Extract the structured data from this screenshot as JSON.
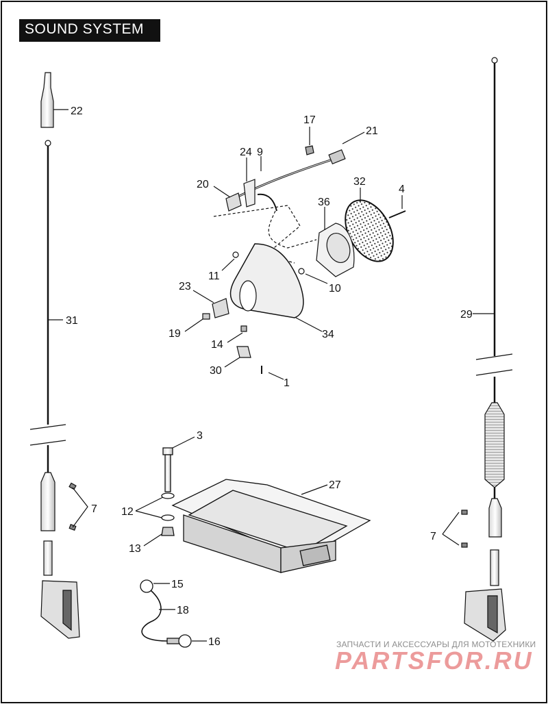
{
  "title": "SOUND SYSTEM",
  "callouts": [
    "22",
    "31",
    "7",
    "17",
    "21",
    "24",
    "9",
    "20",
    "32",
    "4",
    "36",
    "11",
    "10",
    "23",
    "34",
    "19",
    "14",
    "30",
    "1",
    "3",
    "27",
    "12",
    "13",
    "15",
    "18",
    "16",
    "29",
    "7"
  ],
  "watermark": {
    "tagline": "ЗАПЧАСТИ И АКСЕССУАРЫ ДЛЯ МОТОТЕХНИКИ",
    "brand": "PARTSFOR.RU"
  },
  "colors": {
    "line": "#111111",
    "title_bg": "#111111",
    "title_text": "#ffffff",
    "watermark_brand": "#e98a8a",
    "watermark_tagline": "#8d8d8d"
  }
}
